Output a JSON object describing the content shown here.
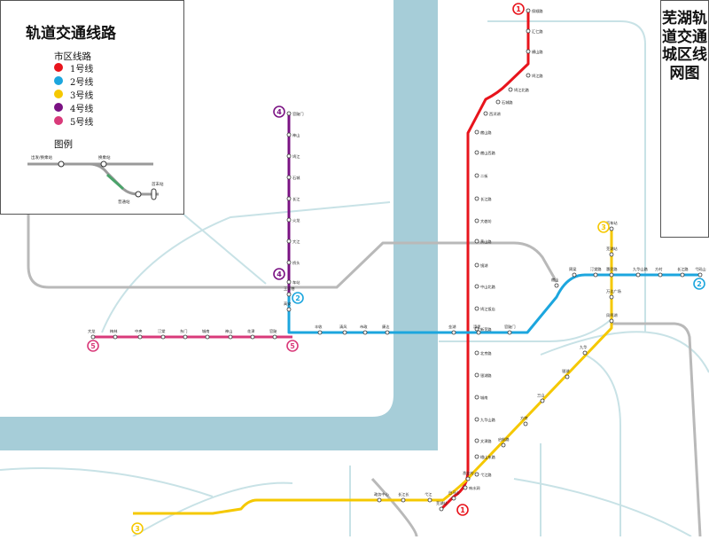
{
  "legend": {
    "title": "轨道交通线路",
    "subtitle": "市区线路",
    "lines": [
      {
        "label": "1号线",
        "color": "#e8141c"
      },
      {
        "label": "2号线",
        "color": "#1ca6de"
      },
      {
        "label": "3号线",
        "color": "#f5c800"
      },
      {
        "label": "4号线",
        "color": "#7a1283"
      },
      {
        "label": "5号线",
        "color": "#d93a7a"
      }
    ],
    "example_title": "图例",
    "example_labels": [
      "出发/换乘站",
      "换乘站",
      "普通站",
      "首末站"
    ]
  },
  "map_title": "芜湖轨道交通城区线网图",
  "map": {
    "water_color": "#a6cdd8",
    "road_color": "#c8e2e6",
    "future_line_color": "#b9b9b9",
    "line_badges": [
      {
        "label": "1",
        "line": 1
      },
      {
        "label": "1",
        "line": 1
      },
      {
        "label": "2",
        "line": 2
      },
      {
        "label": "2",
        "line": 2
      },
      {
        "label": "3",
        "line": 3
      },
      {
        "label": "3",
        "line": 3
      },
      {
        "label": "4",
        "line": 4
      },
      {
        "label": "4",
        "line": 4
      },
      {
        "label": "5",
        "line": 5
      },
      {
        "label": "5",
        "line": 5
      }
    ],
    "line1_stations": [
      "保顺路",
      "汇仁路",
      "横山路",
      "鸠江路",
      "鸠江北路",
      "石城路",
      "西洋湖",
      "赭山路",
      "赭山西路",
      "二街",
      "长江路",
      "大砻坊",
      "黄山路",
      "镜湖",
      "中山北路",
      "鸠江饭店",
      "新芜路",
      "北京路",
      "银湖路",
      "城南",
      "九华山路",
      "文津路",
      "峨山东路",
      "弋江路",
      "响水涧",
      "白马山",
      "芜湖站"
    ],
    "line2_stations": [
      "高安",
      "丰收",
      "清风",
      "市政",
      "康达",
      "金湖",
      "湾里",
      "官陡门",
      "赭山",
      "周梁",
      "汀棠路",
      "惠民路",
      "九华山路",
      "方村",
      "长江路",
      "弋矶山",
      "王家巷"
    ],
    "line3_stations": [
      "汽车站",
      "芜湖站",
      "万达广场",
      "凤鸣湖",
      "九华",
      "银湖",
      "三山",
      "方特",
      "启航路",
      "渔业村",
      "弋江",
      "长江长",
      "政务中心"
    ],
    "line4_stations": [
      "官陡门",
      "神山",
      "鸠江",
      "石城",
      "长江",
      "火龙",
      "大江",
      "桥头",
      "车站"
    ],
    "line5_stations": [
      "大龙",
      "梅林",
      "中央",
      "汀棠",
      "东门",
      "城南",
      "神山",
      "花津",
      "官陡"
    ]
  }
}
